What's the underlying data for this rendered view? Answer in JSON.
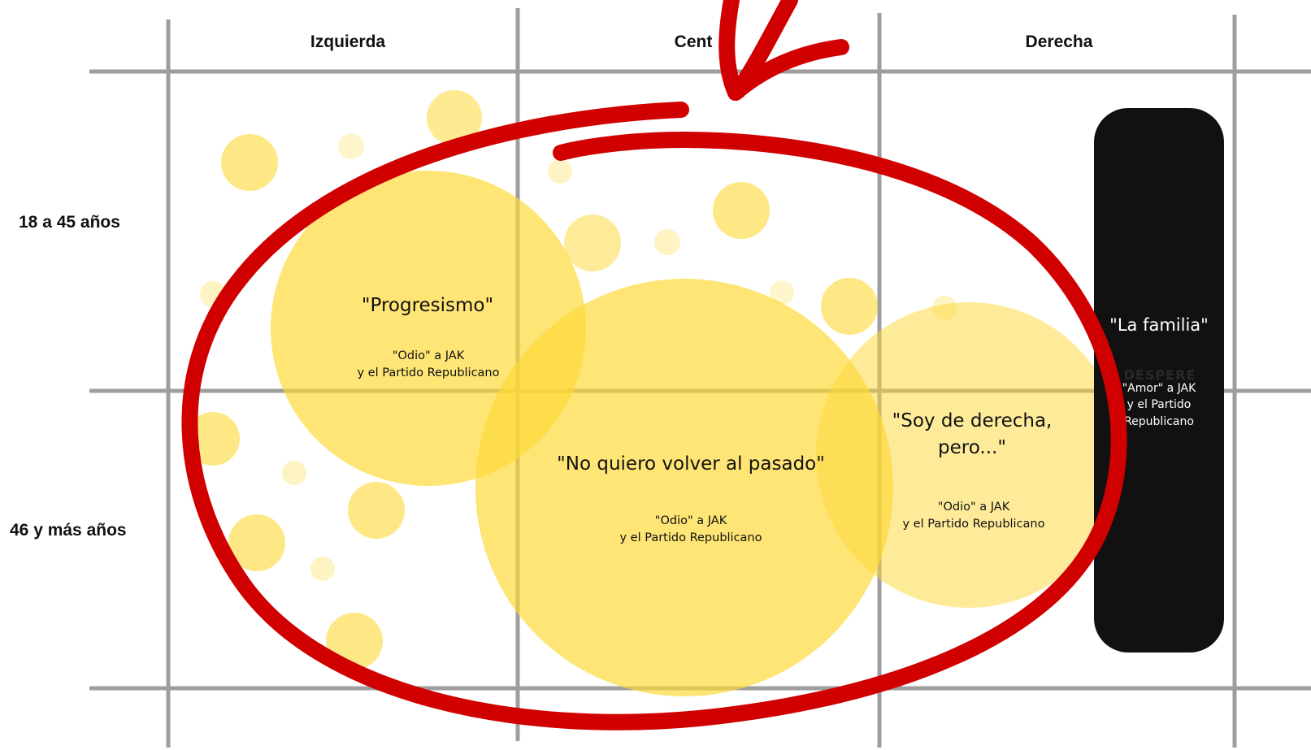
{
  "columns": [
    "Izquierda",
    "Cent",
    "Derecha"
  ],
  "rows": [
    "18 a 45 años",
    "46 y más años"
  ],
  "bubbles": {
    "progresismo": {
      "title": "\"Progresismo\"",
      "sub1": "\"Odio\" a JAK",
      "sub2": "y el Partido Republicano"
    },
    "pasado": {
      "title": "\"No quiero volver al pasado\"",
      "sub1": "\"Odio\" a JAK",
      "sub2": "y el Partido Republicano"
    },
    "derecha": {
      "title1": "\"Soy de derecha,",
      "title2": "pero...\"",
      "sub1": "\"Odio\" a JAK",
      "sub2": "y el Partido Republicano"
    }
  },
  "card": {
    "title": "\"La familia\"",
    "hidden": "DESPERE",
    "sub1": "\"Amor\" a JAK",
    "sub2": "y el Partido",
    "sub3": "Republicano"
  },
  "colors": {
    "grid": "#9e9e9e",
    "bubble": "#fdd835",
    "card": "#111111",
    "annotation": "#d10000"
  }
}
